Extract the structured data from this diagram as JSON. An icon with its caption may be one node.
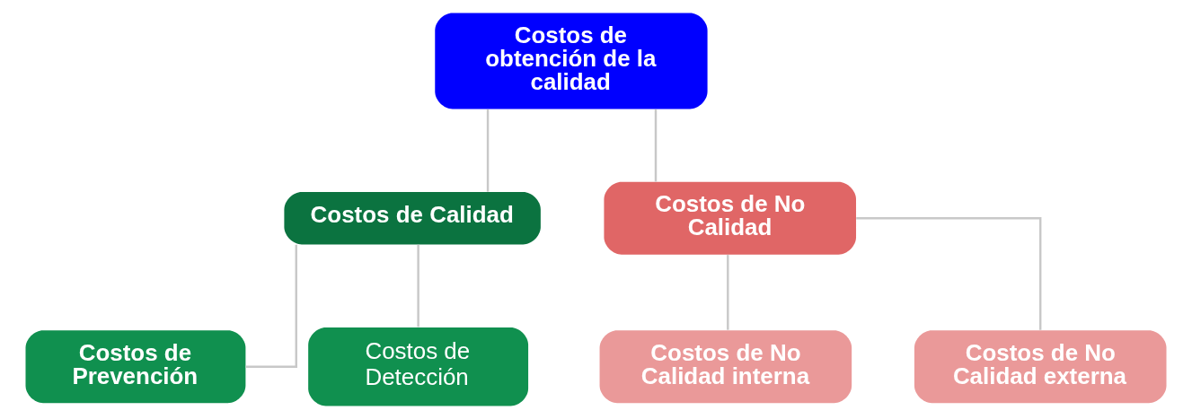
{
  "diagram": {
    "nodes": [
      {
        "text": [
          "Costos de obtención de la calidad"
        ]
      },
      {
        "text": [
          "Costos de Calidad"
        ]
      },
      {
        "text": [
          "Costos de No Calidad"
        ]
      },
      {
        "text": [
          "Costos de Prevención"
        ]
      },
      {
        "text": [
          "Costos de Detección"
        ]
      },
      {
        "text": [
          "Costos de No Calidad interna"
        ]
      },
      {
        "text": [
          "Costos de No Calidad externa"
        ]
      }
    ],
    "edges": [
      {
        "from": 0,
        "to": 1,
        "arrow": "none"
      },
      {
        "from": 0,
        "to": 2,
        "arrow": "none"
      },
      {
        "from": 1,
        "to": 3,
        "arrow": "none"
      },
      {
        "from": 1,
        "to": 4,
        "arrow": "none"
      },
      {
        "from": 2,
        "to": 5,
        "arrow": "none"
      },
      {
        "from": 2,
        "to": 6,
        "arrow": "none"
      }
    ]
  }
}
